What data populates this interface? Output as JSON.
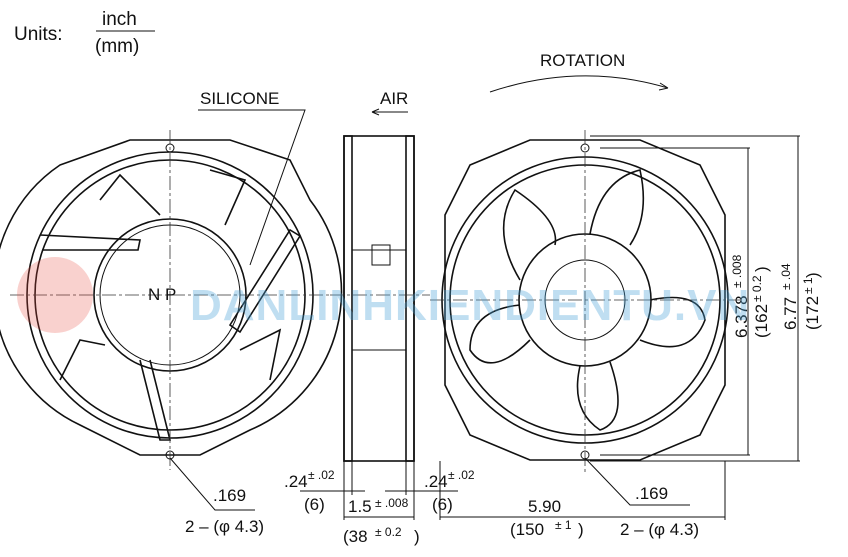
{
  "units": {
    "label": "Units:",
    "numerator": "inch",
    "denominator": "(mm)"
  },
  "callouts": {
    "silicone": "SILICONE",
    "air": "AIR",
    "rotation": "ROTATION",
    "hub_marking": "N P"
  },
  "left_view": {
    "hole_inch": ".169",
    "hole_spec": "2 – (φ 4.3)"
  },
  "side_view": {
    "flange_left_inch": ".24",
    "flange_left_tol": "± .02",
    "flange_left_mm": "(6)",
    "flange_right_inch": ".24",
    "flange_right_tol": "± .02",
    "flange_right_mm": "(6)",
    "depth_inch": "1.5",
    "depth_tol": "± .008",
    "depth_mm": "(38",
    "depth_mm_tol": "± 0.2",
    "depth_mm_close": ")"
  },
  "right_view": {
    "hole_pitch_inch": "5.90",
    "hole_pitch_mm": "(150",
    "hole_pitch_mm_tol": "± 1",
    "hole_pitch_mm_close": ")",
    "hole_inch": ".169",
    "hole_spec": "2 – (φ 4.3)",
    "height1_inch": "6.378",
    "height1_tol": "± .008",
    "height1_mm": "(162",
    "height1_mm_tol": "± 0.2",
    "height1_mm_close": ")",
    "height2_inch": "6.77",
    "height2_tol": "± .04",
    "height2_mm": "(172",
    "height2_mm_tol": "± 1",
    "height2_mm_close": ")"
  },
  "watermark": "DANLINHKIENDIENTU.VN"
}
